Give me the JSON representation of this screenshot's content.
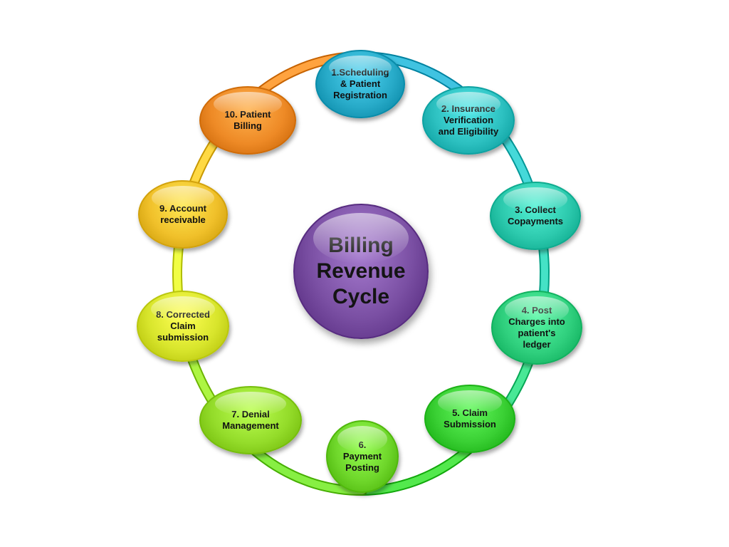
{
  "diagram": {
    "center": {
      "label": "Billing\nRevenue\nCycle",
      "color": "#7a4fa3"
    },
    "steps": [
      {
        "label": "1.Scheduling\n& Patient\nRegistration",
        "color": "#27aac8"
      },
      {
        "label": "2. Insurance\nVerification\nand Eligibility",
        "color": "#2cc0c0"
      },
      {
        "label": "3. Collect\nCopayments",
        "color": "#2cc9ad"
      },
      {
        "label": "4. Post\nCharges into\npatient's\nledger",
        "color": "#2fcf7d"
      },
      {
        "label": "5. Claim\nSubmission",
        "color": "#3ad034"
      },
      {
        "label": "6.\nPayment\nPosting",
        "color": "#6ed62a"
      },
      {
        "label": "7. Denial\nManagement",
        "color": "#94dc2a"
      },
      {
        "label": "8. Corrected\nClaim\nsubmission",
        "color": "#d8e52c"
      },
      {
        "label": "9. Account\nreceivable",
        "color": "#f0c02a"
      },
      {
        "label": "10. Patient\nBilling",
        "color": "#ee8a26"
      }
    ]
  }
}
